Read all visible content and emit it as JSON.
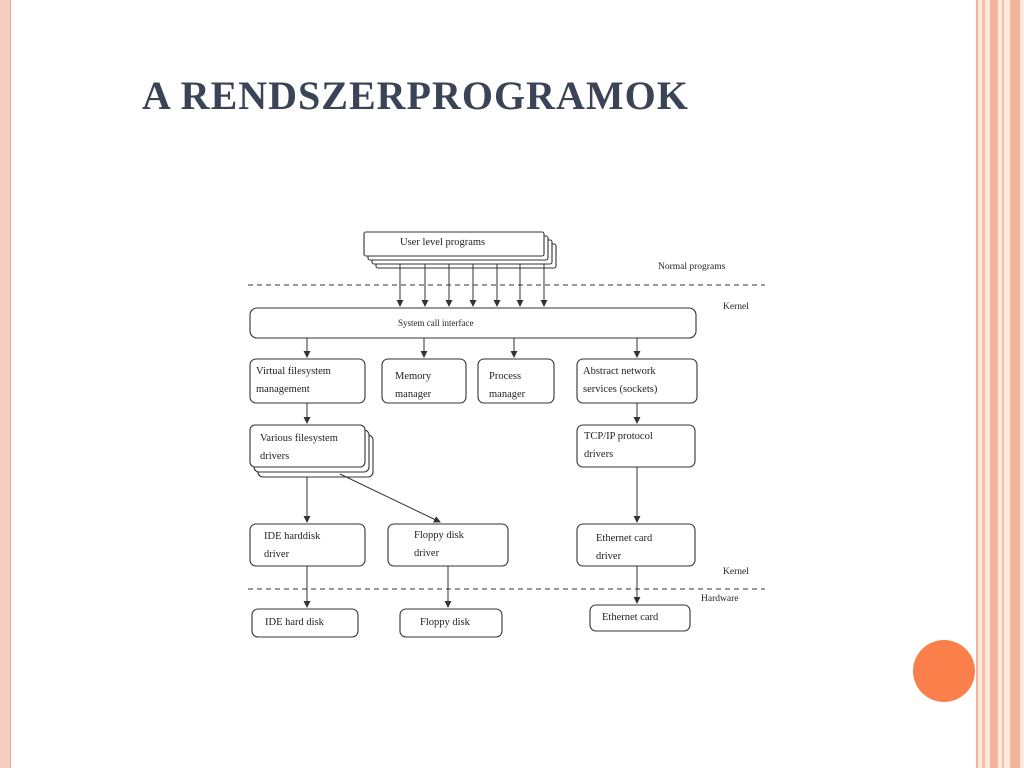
{
  "slide": {
    "title": "A RENDSZERPROGRAMOK"
  },
  "diagram": {
    "zones": {
      "normal_programs": "Normal programs",
      "kernel_top": "Kernel",
      "kernel_bottom": "Kernel",
      "hardware": "Hardware"
    },
    "boxes": {
      "user_level_programs": "User level programs",
      "system_call_interface": "System call interface",
      "virtual_fs_line1": "Virtual filesystem",
      "virtual_fs_line2": "management",
      "memory_manager_line1": "Memory",
      "memory_manager_line2": "manager",
      "process_manager_line1": "Process",
      "process_manager_line2": "manager",
      "network_services_line1": "Abstract network",
      "network_services_line2": "services (sockets)",
      "fs_drivers_line1": "Various filesystem",
      "fs_drivers_line2": "drivers",
      "tcpip_line1": "TCP/IP protocol",
      "tcpip_line2": "drivers",
      "ide_driver_line1": "IDE harddisk",
      "ide_driver_line2": "driver",
      "floppy_driver_line1": "Floppy disk",
      "floppy_driver_line2": "driver",
      "ethernet_driver_line1": "Ethernet card",
      "ethernet_driver_line2": "driver",
      "ide_hard_disk": "IDE hard disk",
      "floppy_disk": "Floppy disk",
      "ethernet_card": "Ethernet card"
    }
  },
  "colors": {
    "title": "#3a4456",
    "accent_dot": "#fb7f4a",
    "frame": "#f4b49a"
  }
}
